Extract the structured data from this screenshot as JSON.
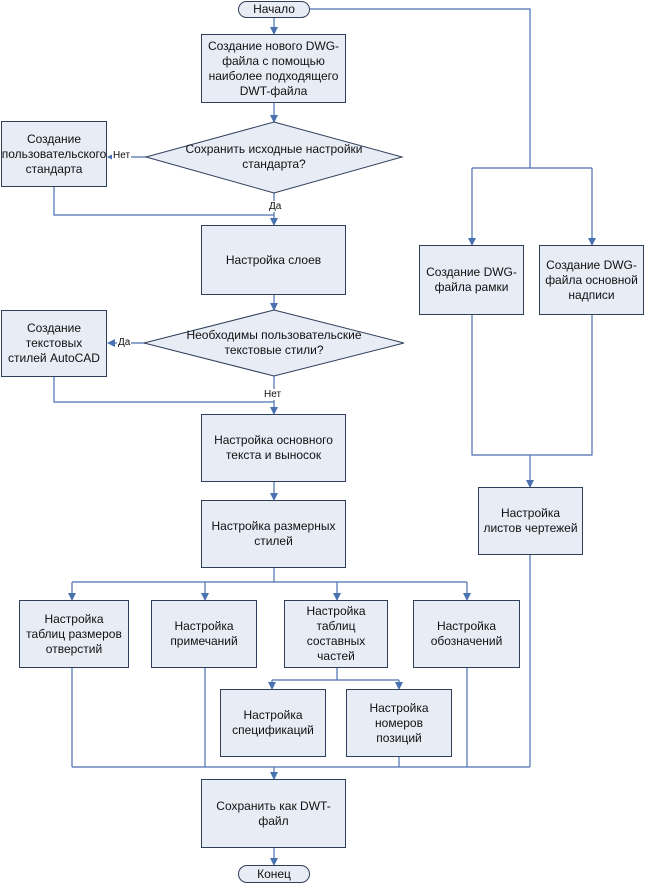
{
  "nodes": {
    "start": "Начало",
    "create_dwg": "Создание нового DWG-файла с помощью наиболее подходящего DWT-файла",
    "custom_standard": "Создание пользовательского стандарта",
    "keep_settings_q": "Сохранить исходные настройки стандарта?",
    "layers": "Настройка слоев",
    "custom_text_styles": "Создание текстовых стилей AutoCAD",
    "custom_text_styles_q": "Необходимы пользовательские текстовые стили?",
    "main_text": "Настройка основного текста и выносок",
    "dim_styles": "Настройка размерных стилей",
    "hole_tables": "Настройка таблиц размеров отверстий",
    "notes": "Настройка примечаний",
    "part_tables": "Настройка таблиц составных частей",
    "symbols": "Настройка обозначений",
    "specifications": "Настройка спецификаций",
    "balloons": "Настройка номеров позиций",
    "save_dwt": "Сохранить как DWT-файл",
    "end": "Конец",
    "frame_dwg": "Создание DWG-файла рамки",
    "title_block_dwg": "Создание DWG-файла основной надписи",
    "sheets": "Настройка листов чертежей"
  },
  "labels": {
    "no1": "Нет",
    "yes1": "Да",
    "yes2": "Да",
    "no2": "Нет"
  },
  "colors": {
    "fill": "#e8ecf5",
    "stroke": "#2f3f5a",
    "connector": "#4a72b0"
  }
}
